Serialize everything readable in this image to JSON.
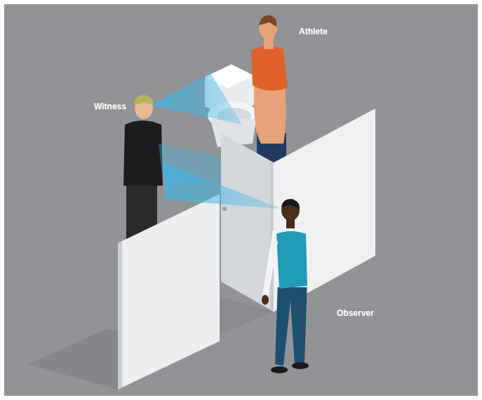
{
  "diagram": {
    "labels": [
      "Athlete",
      "Witness",
      "Observer"
    ]
  }
}
